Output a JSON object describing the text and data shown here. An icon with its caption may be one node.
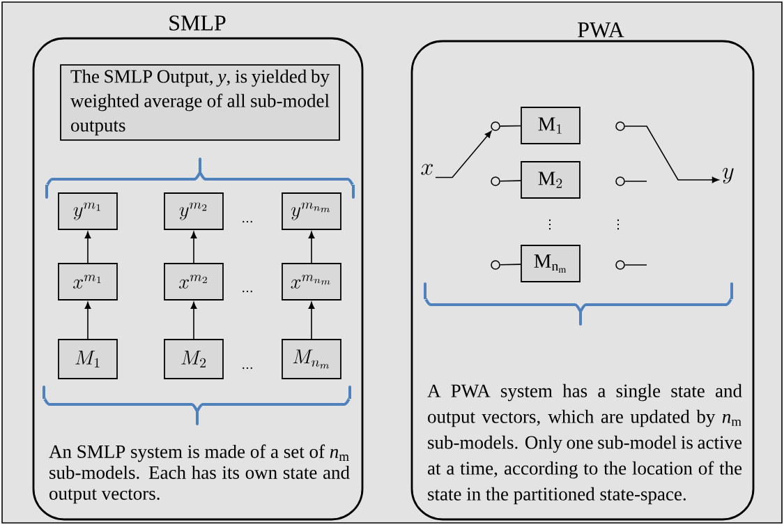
{
  "diagram": {
    "nodes": [
      {
        "text": [
          "SMLP",
          "An SMLP system is made of a set of *n*$_{m}$ sub-models. Each has its own state and output vectors."
        ]
      },
      {
        "text": [
          "The SMLP Output, *y*, is yielded by weighted average of all sub-model outputs"
        ],
        "in": 0
      },
      {
        "text": [
          "y^{m_1}"
        ],
        "in": 0
      },
      {
        "text": [
          "y^{m_2}"
        ],
        "in": 0
      },
      {
        "text": [
          "y^{m_{n_m}}"
        ],
        "in": 0
      },
      {
        "text": [
          "x^{m_1}"
        ],
        "in": 0
      },
      {
        "text": [
          "x^{m_2}"
        ],
        "in": 0
      },
      {
        "text": [
          "x^{m_{n_m}}"
        ],
        "in": 0
      },
      {
        "text": [
          "M_1"
        ],
        "in": 0
      },
      {
        "text": [
          "M_2"
        ],
        "in": 0
      },
      {
        "text": [
          "M_{n_m}"
        ],
        "in": 0
      },
      {
        "text": [
          "PWA",
          "A PWA system has a single state and output vectors, which are updated by *n*$_{m}$ sub-models. Only one sub-model is active at a time, according to the location of the state in the partitioned state-space."
        ]
      },
      {
        "text": [
          "x"
        ],
        "in": 11
      },
      {
        "text": [],
        "shape": "circle",
        "in": 11
      },
      {
        "text": [],
        "shape": "circle",
        "in": 11
      },
      {
        "text": [],
        "shape": "circle",
        "in": 11
      },
      {
        "text": [
          "\\mathrm{M}_1"
        ],
        "in": 11
      },
      {
        "text": [
          "\\mathrm{M}_2"
        ],
        "in": 11
      },
      {
        "text": [
          "\\mathrm{M}_{\\mathrm{n_m}}"
        ],
        "in": 11
      },
      {
        "text": [],
        "shape": "circle",
        "in": 11
      },
      {
        "text": [],
        "shape": "circle",
        "in": 11
      },
      {
        "text": [],
        "shape": "circle",
        "in": 11
      },
      {
        "text": [
          "y"
        ],
        "in": 11
      }
    ],
    "edges": [
      {
        "from": 8,
        "to": 5,
        "arrow": "to"
      },
      {
        "from": 5,
        "to": 2,
        "arrow": "to"
      },
      {
        "from": 9,
        "to": 6,
        "arrow": "to"
      },
      {
        "from": 6,
        "to": 3,
        "arrow": "to"
      },
      {
        "from": 10,
        "to": 7,
        "arrow": "to"
      },
      {
        "from": 7,
        "to": 4,
        "arrow": "to"
      },
      {
        "from": 12,
        "to": 13,
        "arrow": "to"
      },
      {
        "from": 13,
        "to": 16,
        "arrow": "none"
      },
      {
        "from": 14,
        "to": 17,
        "arrow": "none"
      },
      {
        "from": 15,
        "to": 18,
        "arrow": "none"
      },
      {
        "from": 19,
        "to": 22,
        "arrow": "to"
      }
    ],
    "labels": [
      "...",
      "...",
      "...",
      "⋮",
      "⋮"
    ]
  }
}
